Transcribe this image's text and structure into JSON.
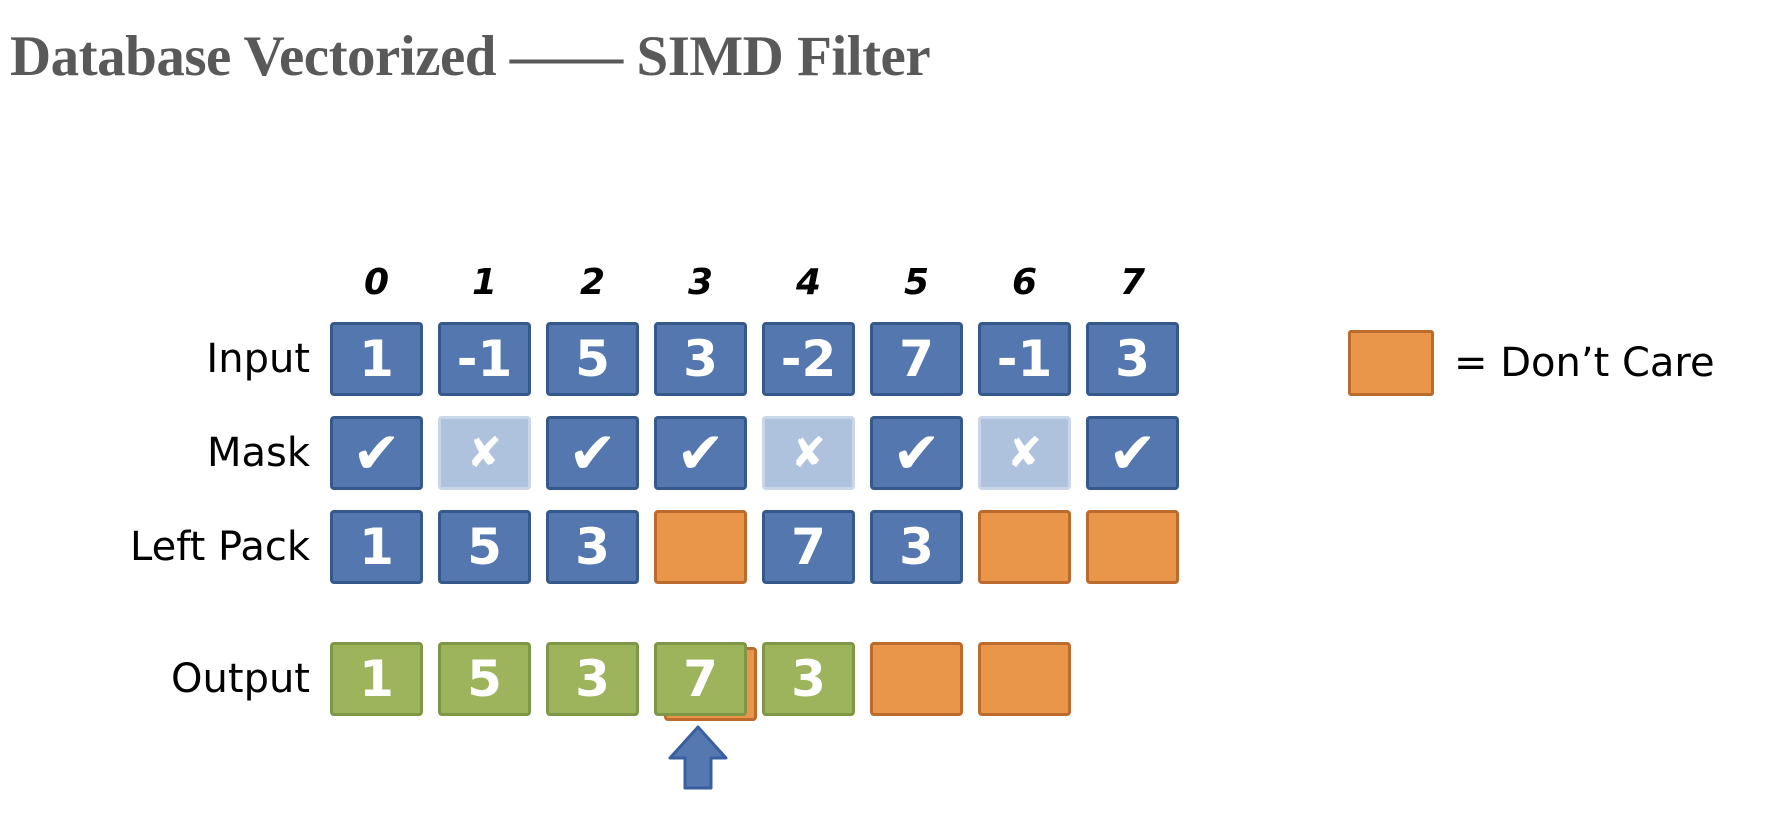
{
  "title": "Database Vectorized —— SIMD Filter",
  "column_indices": [
    "0",
    "1",
    "2",
    "3",
    "4",
    "5",
    "6",
    "7"
  ],
  "rows": {
    "input": {
      "label": "Input",
      "cells": [
        {
          "value": "1",
          "style": "blue"
        },
        {
          "value": "-1",
          "style": "blue"
        },
        {
          "value": "5",
          "style": "blue"
        },
        {
          "value": "3",
          "style": "blue"
        },
        {
          "value": "-2",
          "style": "blue"
        },
        {
          "value": "7",
          "style": "blue"
        },
        {
          "value": "-1",
          "style": "blue"
        },
        {
          "value": "3",
          "style": "blue"
        }
      ]
    },
    "mask": {
      "label": "Mask",
      "cells": [
        {
          "icon": "check",
          "style": "blue"
        },
        {
          "icon": "cross",
          "style": "lightblue"
        },
        {
          "icon": "check",
          "style": "blue"
        },
        {
          "icon": "check",
          "style": "blue"
        },
        {
          "icon": "cross",
          "style": "lightblue"
        },
        {
          "icon": "check",
          "style": "blue"
        },
        {
          "icon": "cross",
          "style": "lightblue"
        },
        {
          "icon": "check",
          "style": "blue"
        }
      ]
    },
    "left_pack": {
      "label": "Left Pack",
      "cells": [
        {
          "value": "1",
          "style": "blue"
        },
        {
          "value": "5",
          "style": "blue"
        },
        {
          "value": "3",
          "style": "blue"
        },
        {
          "value": "",
          "style": "orange"
        },
        {
          "value": "7",
          "style": "blue"
        },
        {
          "value": "3",
          "style": "blue"
        },
        {
          "value": "",
          "style": "orange"
        },
        {
          "value": "",
          "style": "orange"
        }
      ]
    },
    "output": {
      "label": "Output",
      "cells": [
        {
          "value": "1",
          "style": "green"
        },
        {
          "value": "5",
          "style": "green"
        },
        {
          "value": "3",
          "style": "green"
        },
        {
          "value": "7",
          "style": "green"
        },
        {
          "value": "3",
          "style": "green"
        },
        {
          "value": "",
          "style": "orange"
        },
        {
          "value": "",
          "style": "orange"
        }
      ],
      "ghost": {
        "style": "orange",
        "behind_column": "3"
      }
    }
  },
  "icons": {
    "check": "✔",
    "cross": "✘"
  },
  "arrow": {
    "direction": "up",
    "points_to_column": "3"
  },
  "legend": {
    "swatch_style": "orange",
    "label": "= Don’t Care"
  },
  "colors": {
    "blue_fill": "#5377AE",
    "blue_border": "#36598C",
    "lightblue_fill": "#AEC2DE",
    "lightblue_border": "#C9D5E9",
    "orange_fill": "#E9964A",
    "orange_border": "#BC6B2D",
    "green_fill": "#9DB45C",
    "green_border": "#7E9747",
    "arrow_fill": "#5678B0",
    "arrow_border": "#3A5F9E",
    "title_color": "#595959"
  }
}
